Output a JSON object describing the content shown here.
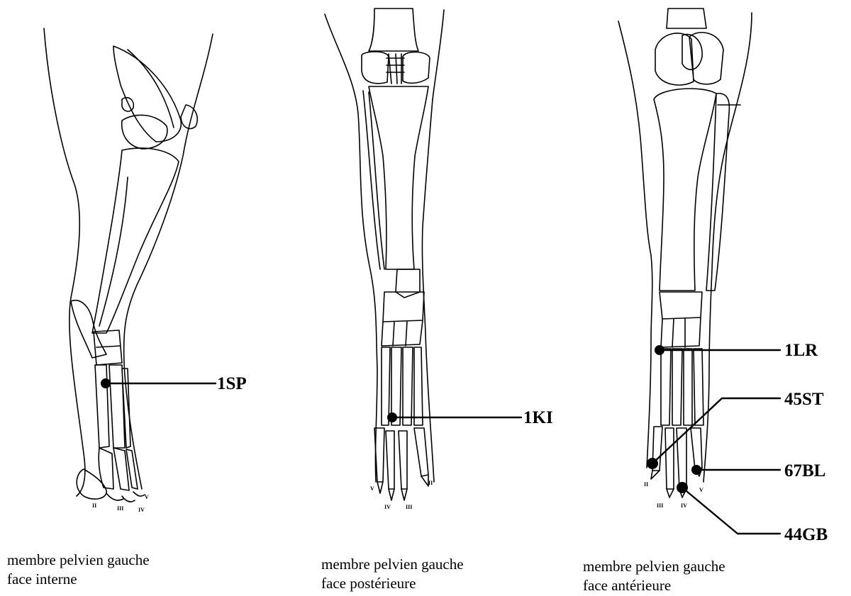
{
  "figures": [
    {
      "view": "interne",
      "caption": [
        "membre pelvien gauche",
        "face interne"
      ],
      "points": [
        {
          "code": "1SP"
        }
      ],
      "digit_marks": [
        "II",
        "III",
        "IV",
        "V"
      ]
    },
    {
      "view": "postérieure",
      "caption": [
        "membre pelvien gauche",
        "face postérieure"
      ],
      "points": [
        {
          "code": "1KI"
        }
      ],
      "digit_marks": [
        "V",
        "IV",
        "III",
        "II"
      ]
    },
    {
      "view": "antérieure",
      "caption": [
        "membre pelvien gauche",
        "face antérieure"
      ],
      "points": [
        {
          "code": "1LR"
        },
        {
          "code": "45ST"
        },
        {
          "code": "67BL"
        },
        {
          "code": "44GB"
        }
      ],
      "digit_marks": [
        "II",
        "III",
        "IV",
        "V"
      ]
    }
  ],
  "colors": {
    "ink": "#000000",
    "paper": "#ffffff"
  }
}
